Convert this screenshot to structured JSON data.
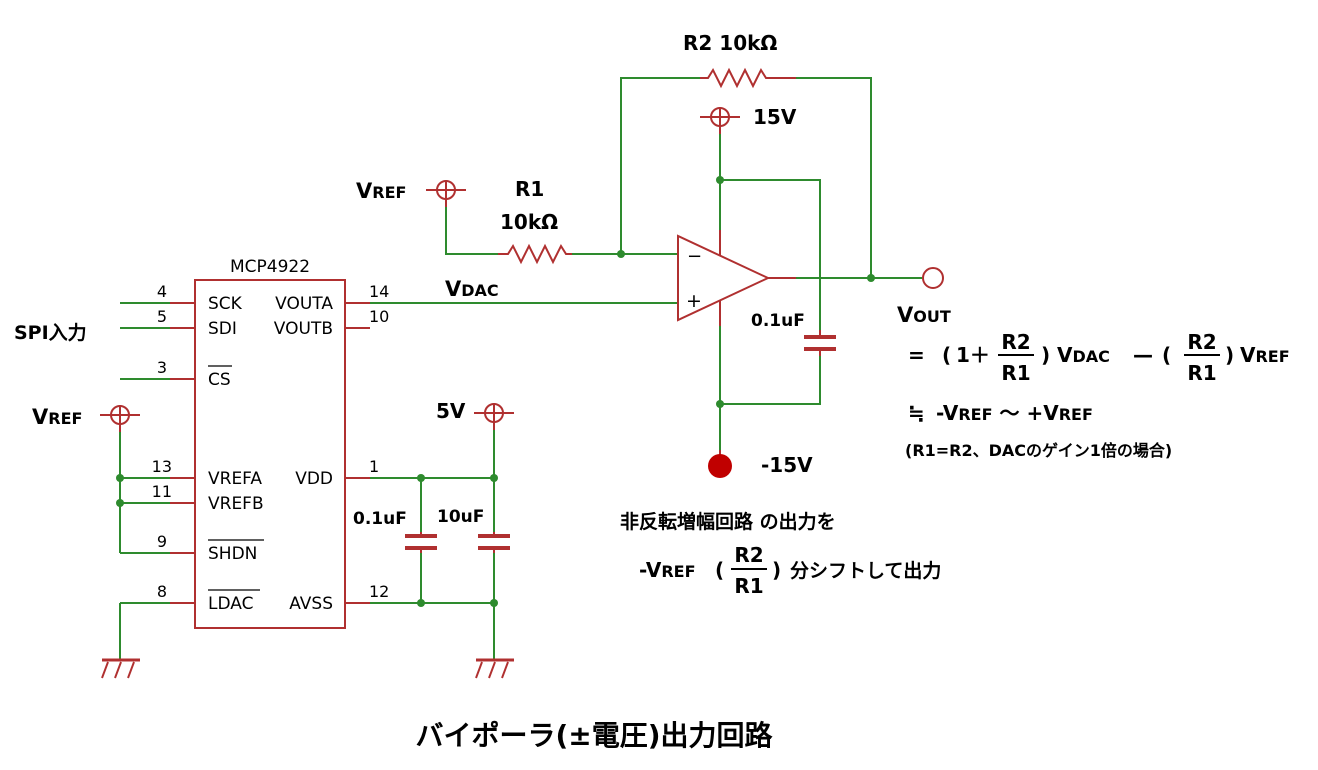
{
  "title": "バイポーラ(±電圧)出力回路",
  "ic": {
    "name": "MCP4922",
    "left_pins": [
      {
        "num": "4",
        "label": "SCK"
      },
      {
        "num": "5",
        "label": "SDI"
      },
      {
        "num": "3",
        "label": "CS"
      },
      {
        "num": "13",
        "label": "VREFA"
      },
      {
        "num": "11",
        "label": "VREFB"
      },
      {
        "num": "9",
        "label": "SHDN"
      },
      {
        "num": "8",
        "label": "LDAC"
      }
    ],
    "right_pins": [
      {
        "num": "14",
        "label": "VOUTA"
      },
      {
        "num": "10",
        "label": "VOUTB"
      },
      {
        "num": "1",
        "label": "VDD"
      },
      {
        "num": "12",
        "label": "AVSS"
      }
    ]
  },
  "labels": {
    "spi_input": "SPI入力",
    "vref_left": {
      "big": "V",
      "small": "REF"
    },
    "vref_top": {
      "big": "V",
      "small": "REF"
    },
    "vdac": {
      "big": "V",
      "small": "DAC"
    },
    "vout": {
      "big": "V",
      "small": "OUT"
    },
    "supply_5v": "5V",
    "supply_15v": "15V",
    "supply_neg15v": "-15V",
    "r1_name": "R1",
    "r1_value": "10kΩ",
    "r2_label": "R2  10kΩ",
    "cap_opamp": "0.1uF",
    "cap_vdd_small": "0.1uF",
    "cap_vdd_large": "10uF",
    "opamp_minus": "−",
    "opamp_plus": "+"
  },
  "equation": {
    "eq_sign": "=",
    "paren_open": "(",
    "one_plus": "1＋",
    "frac_num": "R2",
    "frac_den": "R1",
    "paren_close": ")",
    "term1_big": "V",
    "term1_small": "DAC",
    "minus": "—",
    "term2_big": "V",
    "term2_small": "REF",
    "approx": "≒",
    "range_neg": "-V",
    "range_mid": "REF",
    "range_tilde": " ～ +V",
    "range_end": "REF",
    "condition": "(R1=R2、DACのゲイン1倍の場合)"
  },
  "note": {
    "line1": "非反転増幅回路 の出力を",
    "line2_prefix": "-V",
    "line2_small": "REF",
    "paren_open": "(",
    "frac_num": "R2",
    "frac_den": "R1",
    "paren_close": ")",
    "line2_suffix": "分シフトして出力"
  }
}
